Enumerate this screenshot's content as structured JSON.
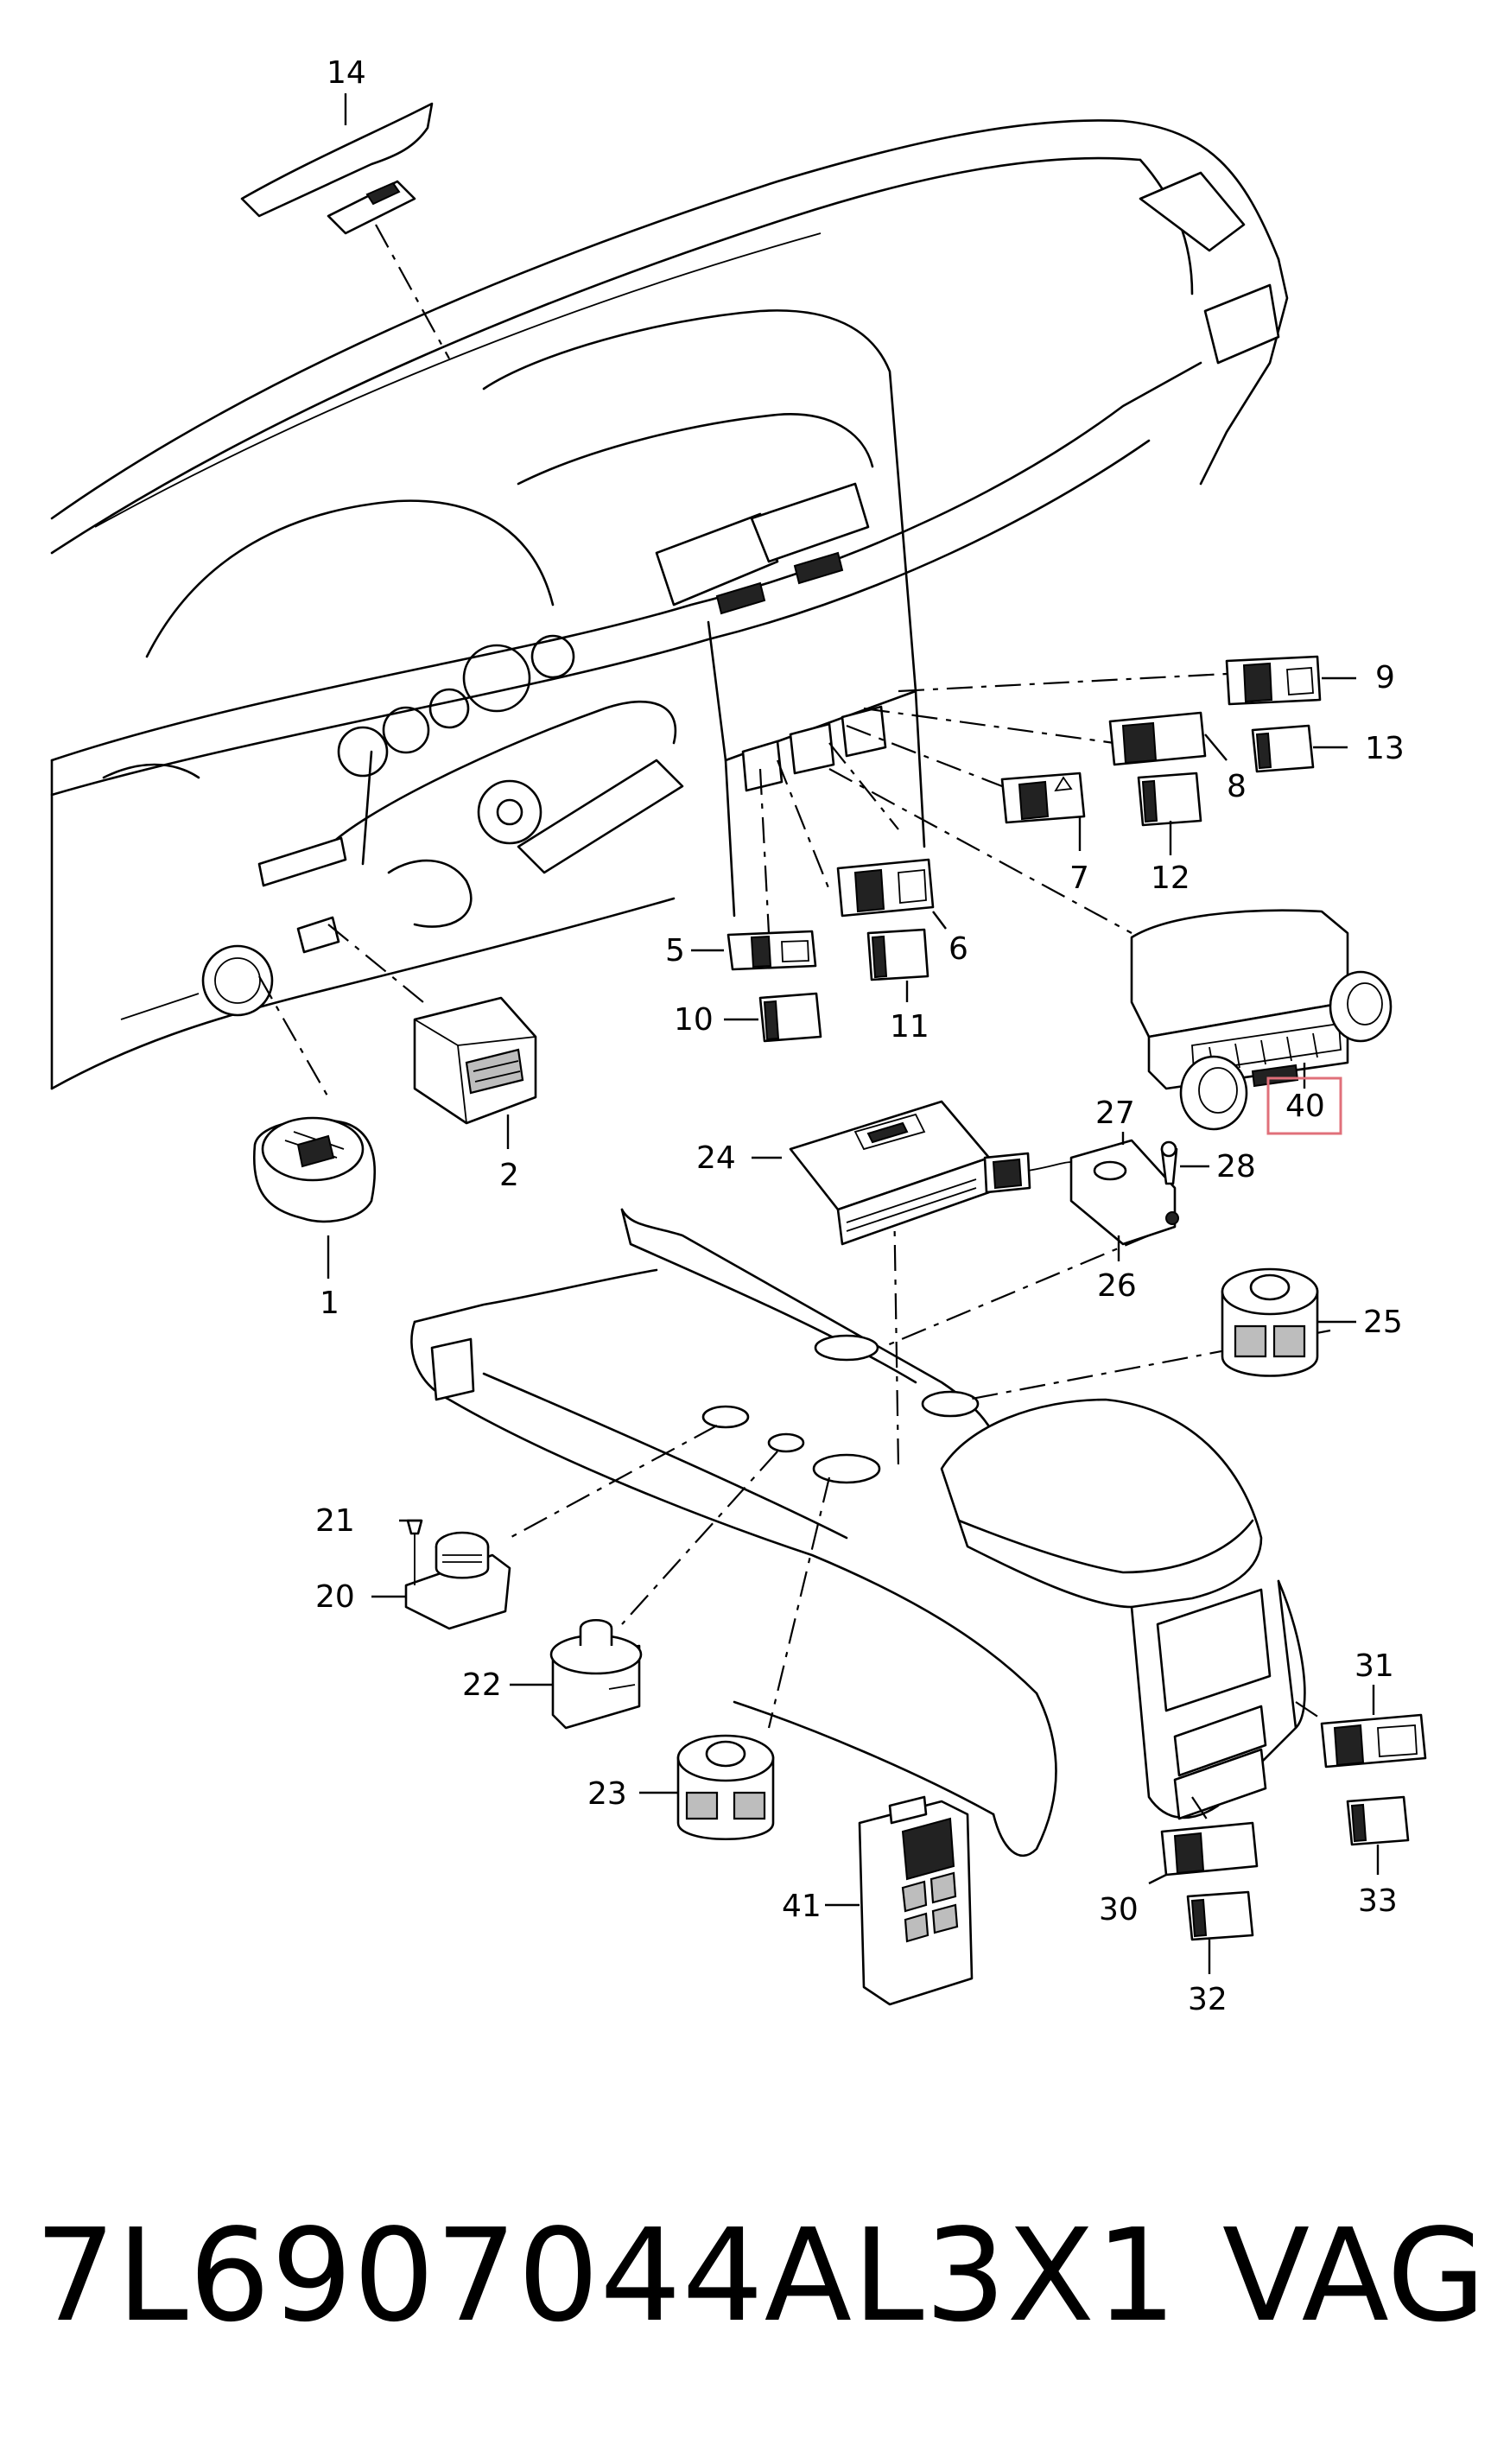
{
  "callouts": {
    "c1": "1",
    "c2": "2",
    "c5": "5",
    "c6": "6",
    "c7": "7",
    "c8": "8",
    "c9": "9",
    "c10": "10",
    "c11": "11",
    "c12": "12",
    "c13": "13",
    "c14": "14",
    "c20": "20",
    "c21": "21",
    "c22": "22",
    "c23": "23",
    "c24": "24",
    "c25": "25",
    "c26": "26",
    "c27": "27",
    "c28": "28",
    "c30": "30",
    "c31": "31",
    "c32": "32",
    "c33": "33",
    "c40": "40",
    "c41": "41"
  },
  "highlighted_callout": "40",
  "highlight_color": "#e0707a",
  "footer": {
    "part_number": "7L6907044AL3X1",
    "brand": "VAG"
  }
}
